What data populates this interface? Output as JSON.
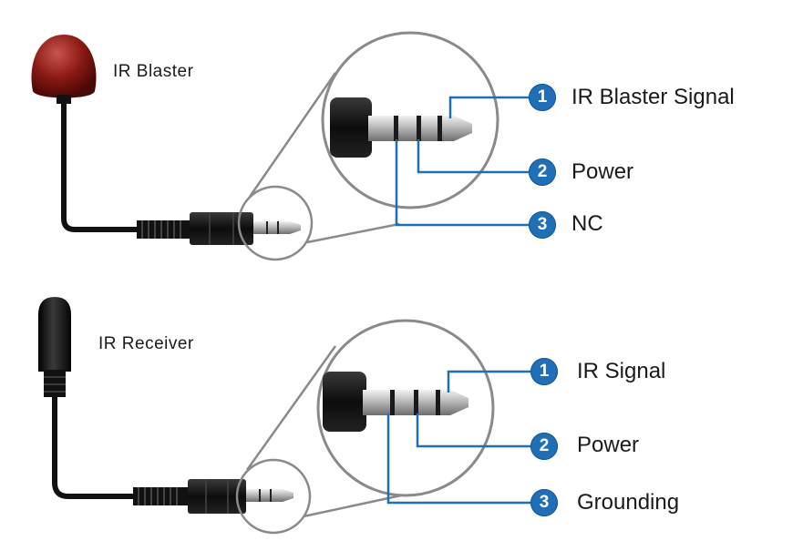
{
  "diagrams": [
    {
      "device_label": "IR Blaster",
      "pins": [
        {
          "number": "1",
          "label": "IR Blaster Signal"
        },
        {
          "number": "2",
          "label": "Power"
        },
        {
          "number": "3",
          "label": "NC"
        }
      ]
    },
    {
      "device_label": "IR Receiver",
      "pins": [
        {
          "number": "1",
          "label": "IR Signal"
        },
        {
          "number": "2",
          "label": "Power"
        },
        {
          "number": "3",
          "label": "Grounding"
        }
      ]
    }
  ],
  "colors": {
    "line": "#1e6fb8",
    "blaster_head": "#8a1a14",
    "cable": "#111111",
    "magnifier": "#8a8a8a"
  }
}
